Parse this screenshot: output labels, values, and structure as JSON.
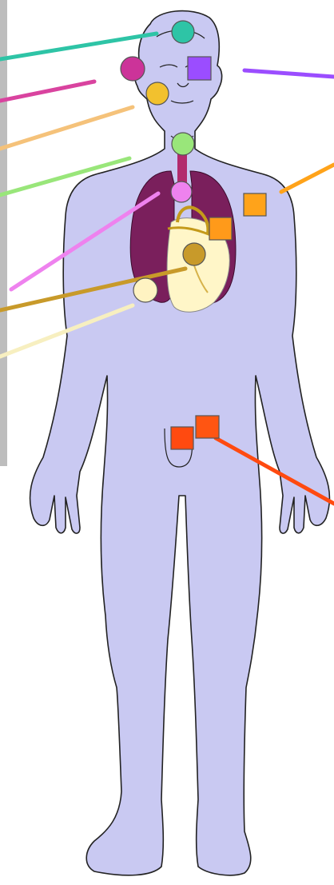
{
  "colors": {
    "background": "#ffffff",
    "body_fill": "#c9c9f2",
    "body_outline": "#222222",
    "lungs": "#7a1f5c",
    "heart": "#fff6c8",
    "vessels": "#c49a1a",
    "left_bar": "#bdbdbd"
  },
  "markers": [
    {
      "name": "marker-teal-circle",
      "shape": "circle",
      "color": "#2ec4a6"
    },
    {
      "name": "marker-magenta-circle",
      "shape": "circle",
      "color": "#cc3399"
    },
    {
      "name": "marker-purple-square",
      "shape": "square",
      "color": "#9b4dff"
    },
    {
      "name": "marker-gold-circle",
      "shape": "circle",
      "color": "#f2c12e"
    },
    {
      "name": "marker-green-circle",
      "shape": "circle",
      "color": "#99e67a"
    },
    {
      "name": "marker-pink-circle",
      "shape": "circle",
      "color": "#ee82ee"
    },
    {
      "name": "marker-orange-square-shoulder",
      "shape": "square",
      "color": "#ffa31a"
    },
    {
      "name": "marker-orange-square-chest",
      "shape": "square",
      "color": "#ff9a1a"
    },
    {
      "name": "marker-bronze-circle",
      "shape": "circle",
      "color": "#c89a2a"
    },
    {
      "name": "marker-cream-circle",
      "shape": "circle",
      "color": "#fff3c2"
    },
    {
      "name": "marker-red-orange-square-left",
      "shape": "square",
      "color": "#ff4a10"
    },
    {
      "name": "marker-red-orange-square-right",
      "shape": "square",
      "color": "#ff5512"
    }
  ],
  "leader_lines": [
    {
      "name": "leader-line-teal",
      "color": "#2ec4a6"
    },
    {
      "name": "leader-line-magenta",
      "color": "#d9439f"
    },
    {
      "name": "leader-line-gold",
      "color": "#f5c27a"
    },
    {
      "name": "leader-line-green",
      "color": "#99e67a"
    },
    {
      "name": "leader-line-pink",
      "color": "#ee82ee"
    },
    {
      "name": "leader-line-bronze",
      "color": "#c89a2a"
    },
    {
      "name": "leader-line-cream",
      "color": "#f7efc0"
    },
    {
      "name": "leader-line-purple",
      "color": "#9b4dff"
    },
    {
      "name": "leader-line-orange",
      "color": "#ffa31a"
    },
    {
      "name": "leader-line-red-orange",
      "color": "#ff4a10"
    }
  ]
}
